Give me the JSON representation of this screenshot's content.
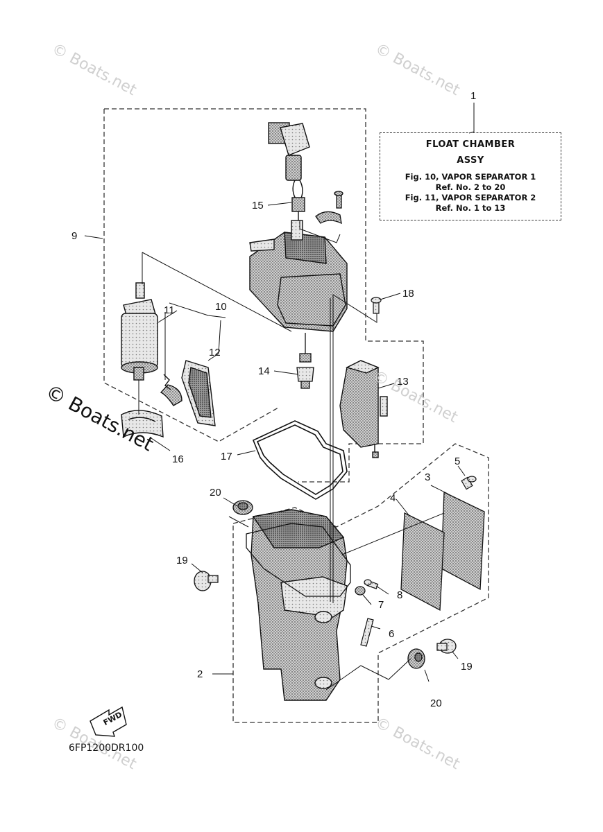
{
  "info_box": {
    "title": "FLOAT CHAMBER",
    "subtitle": "ASSY",
    "fig10": "Fig. 10, VAPOR SEPARATOR 1",
    "fig10_ref": "Ref. No. 2 to 20",
    "fig11": "Fig. 11, VAPOR SEPARATOR 2",
    "fig11_ref": "Ref. No. 1 to 13"
  },
  "callouts": [
    "1",
    "2",
    "3",
    "4",
    "5",
    "6",
    "7",
    "8",
    "9",
    "10",
    "11",
    "12",
    "13",
    "14",
    "15",
    "16",
    "17",
    "18",
    "19",
    "20",
    "19",
    "20"
  ],
  "fwd_label": "FWD",
  "diagram_code": "6FP1200DR100",
  "watermark": "© Boats.net"
}
